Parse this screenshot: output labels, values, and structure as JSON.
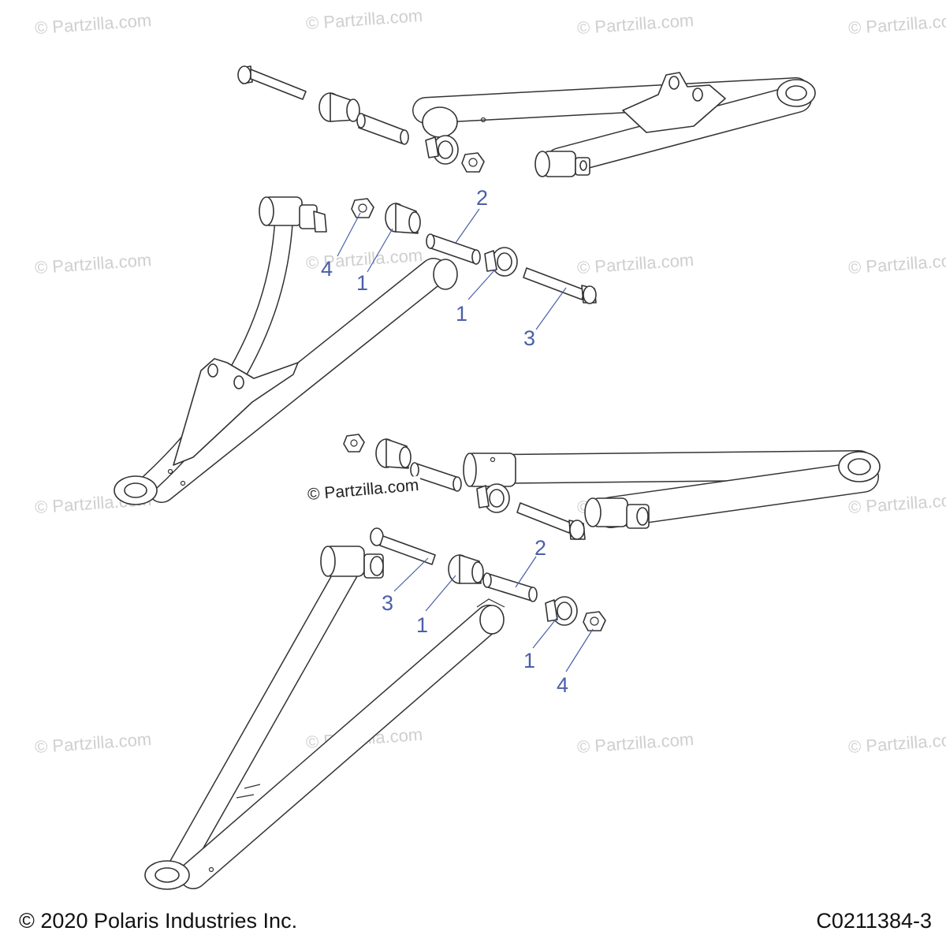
{
  "watermark_text": "© Partzilla.com",
  "center_watermark": "© Partzilla.com",
  "callouts": {
    "upper_1a": "1",
    "upper_1b": "1",
    "upper_2": "2",
    "upper_3": "3",
    "upper_4": "4",
    "lower_1a": "1",
    "lower_1b": "1",
    "lower_2": "2",
    "lower_3": "3",
    "lower_4": "4"
  },
  "footer": {
    "copyright": "© 2020 Polaris Industries Inc.",
    "diagram_code": "C0211384-3"
  },
  "colors": {
    "line_art": "#333333",
    "callout": "#4a5fa8",
    "watermark": "#cfcfcf"
  }
}
